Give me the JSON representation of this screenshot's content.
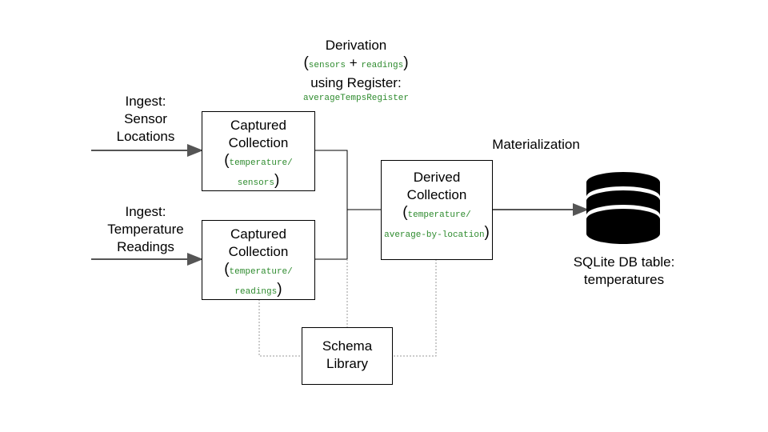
{
  "derivation": {
    "title": "Derivation",
    "source1": "sensors",
    "plus": "+",
    "source2": "readings",
    "using": "using Register:",
    "register": "averageTempsRegister"
  },
  "ingest_sensors": {
    "line1": "Ingest:",
    "line2": "Sensor",
    "line3": "Locations"
  },
  "ingest_readings": {
    "line1": "Ingest:",
    "line2": "Temperature",
    "line3": "Readings"
  },
  "captured_sensors": {
    "line1": "Captured",
    "line2": "Collection",
    "code1": "temperature/",
    "code2": "sensors"
  },
  "captured_readings": {
    "line1": "Captured",
    "line2": "Collection",
    "code1": "temperature/",
    "code2": "readings"
  },
  "derived": {
    "line1": "Derived",
    "line2": "Collection",
    "code1": "temperature/",
    "code2": "average-by-location"
  },
  "schema": {
    "line1": "Schema",
    "line2": "Library"
  },
  "materialization": "Materialization",
  "sqlite": {
    "line1": "SQLite DB table:",
    "line2": "temperatures"
  },
  "colors": {
    "code_green": "#2e8b2e",
    "arrow_gray": "#555555",
    "db_black": "#000000"
  },
  "icons": {
    "database": "database-icon"
  }
}
